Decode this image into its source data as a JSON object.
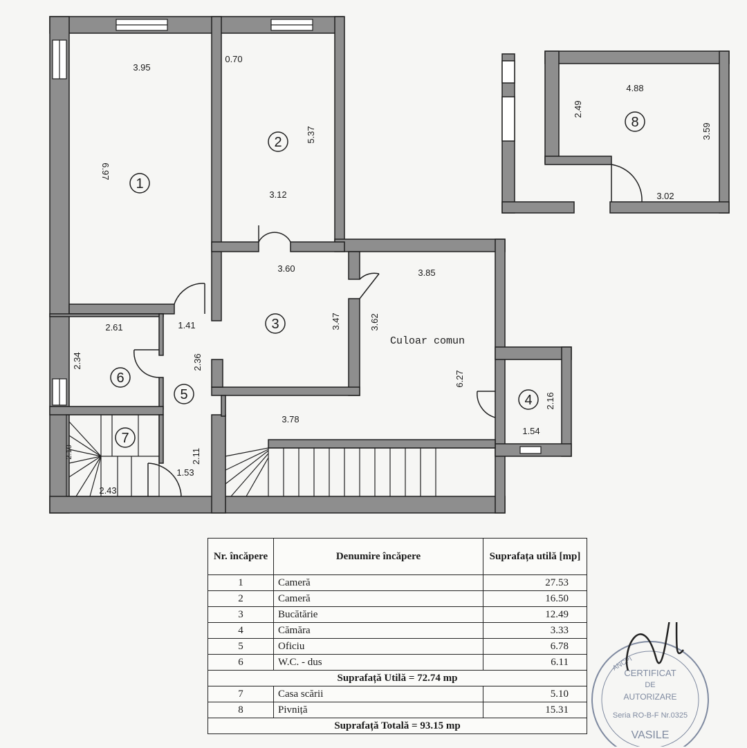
{
  "dimensions": {
    "r1_width": "3.95",
    "r1_height": "6.97",
    "r2_top": "0.70",
    "r2_height": "5.37",
    "r2_bottom": "3.12",
    "r3_top": "3.60",
    "r3_height": "3.47",
    "culoar_top": "3.85",
    "culoar_left": "3.62",
    "culoar_right": "6.27",
    "culoar_bottom": "3.78",
    "r4_height": "2.16",
    "r4_width": "1.54",
    "r5_top": "1.41",
    "r5_height": "2.36",
    "r5_lower": "2.11",
    "r5_width": "1.53",
    "r6_width": "2.61",
    "r6_height": "2.34",
    "r7_height": "2.10",
    "r7_width": "2.43",
    "r8_width": "4.88",
    "r8_height": "2.49",
    "r8_right": "3.59",
    "r8_bottom": "3.02"
  },
  "room_numbers": [
    "1",
    "2",
    "3",
    "4",
    "5",
    "6",
    "7",
    "8"
  ],
  "corridor_label": "Culoar comun",
  "table": {
    "headers": [
      "Nr. încăpere",
      "Denumire încăpere",
      "Suprafața utilă [mp]"
    ],
    "rows": [
      {
        "nr": "1",
        "name": "Cameră",
        "area": "27.53"
      },
      {
        "nr": "2",
        "name": "Cameră",
        "area": "16.50"
      },
      {
        "nr": "3",
        "name": "Bucătărie",
        "area": "12.49"
      },
      {
        "nr": "4",
        "name": "Cămăra",
        "area": "3.33"
      },
      {
        "nr": "5",
        "name": "Oficiu",
        "area": "6.78"
      },
      {
        "nr": "6",
        "name": "W.C. - dus",
        "area": "6.11"
      }
    ],
    "subtotal": "Suprafață Utilă = 72.74 mp",
    "rows2": [
      {
        "nr": "7",
        "name": "Casa scării",
        "area": "5.10"
      },
      {
        "nr": "8",
        "name": "Pivniță",
        "area": "15.31"
      }
    ],
    "total": "Suprafață Totală = 93.15 mp"
  },
  "stamp": {
    "line1": "CERTIFICAT",
    "line2": "DE",
    "line3": "AUTORIZARE",
    "line4": "Seria RO-B-F Nr.0325",
    "line5": "VASILE",
    "ring": "ANCPI"
  },
  "colors": {
    "wall": "#8e8e8e",
    "line": "#1f1f1f",
    "paper": "#f6f6f4",
    "stamp": "#7f8aa0"
  }
}
